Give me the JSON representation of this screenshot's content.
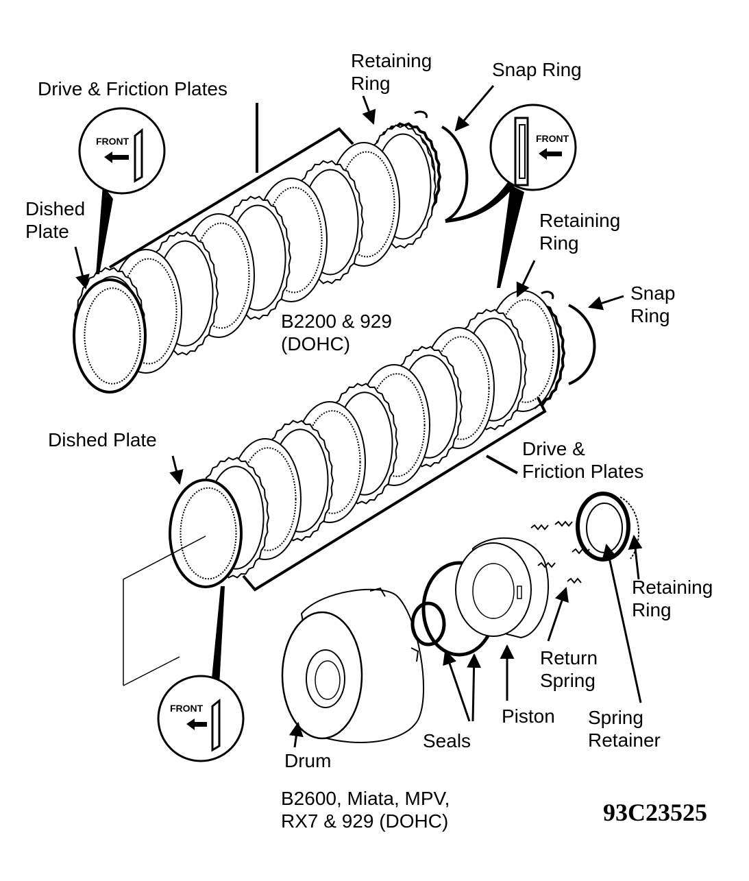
{
  "labels": {
    "drive_friction_top": "Drive & Friction Plates",
    "retaining_ring_top": "Retaining\nRing",
    "snap_ring_top": "Snap Ring",
    "dished_plate_top": "Dished\nPlate",
    "retaining_ring_mid": "Retaining\nRing",
    "snap_ring_mid": "Snap\nRing",
    "model_top": "B2200 & 929\n(DOHC)",
    "dished_plate_bottom": "Dished Plate",
    "drive_friction_bottom": "Drive &\nFriction Plates",
    "retaining_ring_bottom": "Retaining\nRing",
    "return_spring": "Return\nSpring",
    "piston": "Piston",
    "spring_retainer": "Spring\nRetainer",
    "seals": "Seals",
    "drum": "Drum",
    "model_bottom": "B2600, Miata, MPV,\nRX7 & 929 (DOHC)",
    "figure_code": "93C23525"
  },
  "front_callouts": {
    "top_left": "FRONT",
    "top_right": "FRONT",
    "bottom": "FRONT"
  },
  "colors": {
    "ink": "#000000",
    "paper": "#ffffff"
  }
}
